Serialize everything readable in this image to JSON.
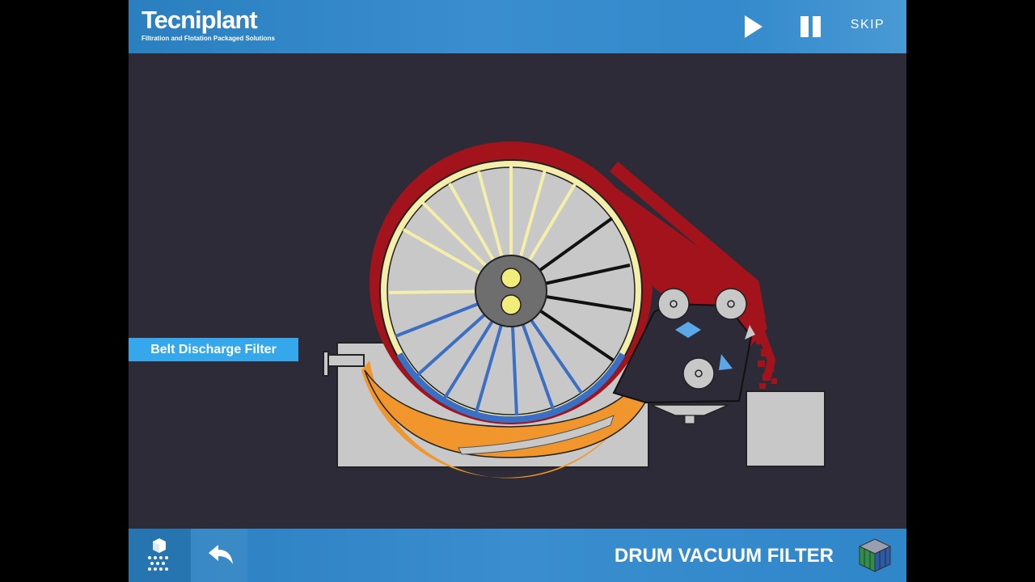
{
  "header": {
    "brand_name": "Tecniplant",
    "brand_tagline": "Filtration and Flotation Packaged Solutions",
    "play_icon": "play-icon",
    "pause_icon": "pause-icon",
    "skip_label": "SKIP"
  },
  "stage": {
    "component_label": "Belt Discharge Filter"
  },
  "footer": {
    "home_icon": "home-icon",
    "back_icon": "back-arrow-icon",
    "title": "DRUM VACUUM FILTER",
    "cube_icon": "cube-icon"
  },
  "colors": {
    "bar_blue": "#2f86c8",
    "stage_bg": "#2c2b37",
    "label_blue": "#35a8ec",
    "belt_red": "#a3131c",
    "slurry_orange": "#f0962c",
    "drum_yellow": "#f3eeaa",
    "machine_gray": "#c8c8c8"
  }
}
